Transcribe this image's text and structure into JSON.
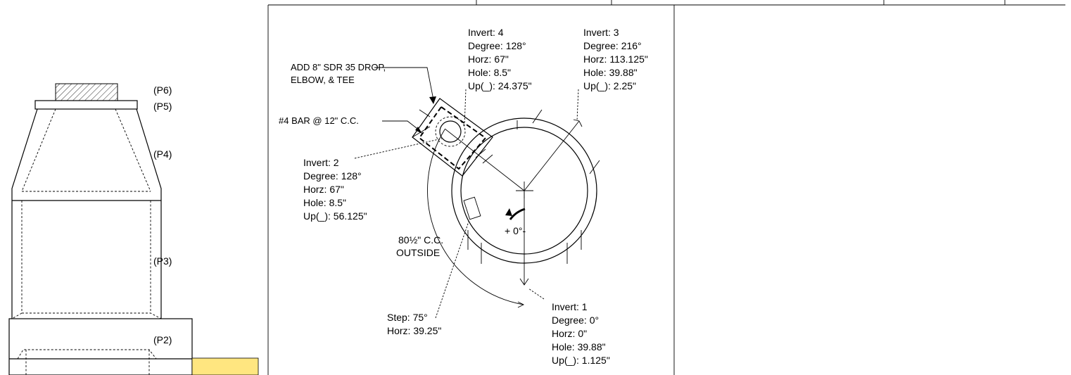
{
  "elevation": {
    "sections": [
      "(P6)",
      "(P5)",
      "(P4)",
      "(P3)",
      "(P2)"
    ],
    "highlight_color": "#FFE680"
  },
  "plan_view": {
    "notes": {
      "drop": [
        "ADD 8\" SDR 35 DROP,",
        "ELBOW, & TEE"
      ],
      "rebar": "#4 BAR @ 12\" C.C.",
      "cc_line1": "80½\" C.C.",
      "cc_line2": "OUTSIDE",
      "direction": "+ 0°-"
    },
    "inverts": {
      "i4": [
        "Invert: 4",
        "Degree: 128°",
        "Horz: 67\"",
        "Hole: 8.5\"",
        "Up(_): 24.375\""
      ],
      "i3": [
        "Invert: 3",
        "Degree: 216°",
        "Horz: 113.125\"",
        "Hole: 39.88\"",
        "Up(_): 2.25\""
      ],
      "i2": [
        "Invert: 2",
        "Degree: 128°",
        "Horz: 67\"",
        "Hole: 8.5\"",
        "Up(_): 56.125\""
      ],
      "i1": [
        "Invert: 1",
        "Degree: 0°",
        "Horz: 0\"",
        "Hole: 39.88\"",
        "Up(_): 1.125\""
      ]
    },
    "step": [
      "Step: 75°",
      "Horz: 39.25\""
    ]
  }
}
